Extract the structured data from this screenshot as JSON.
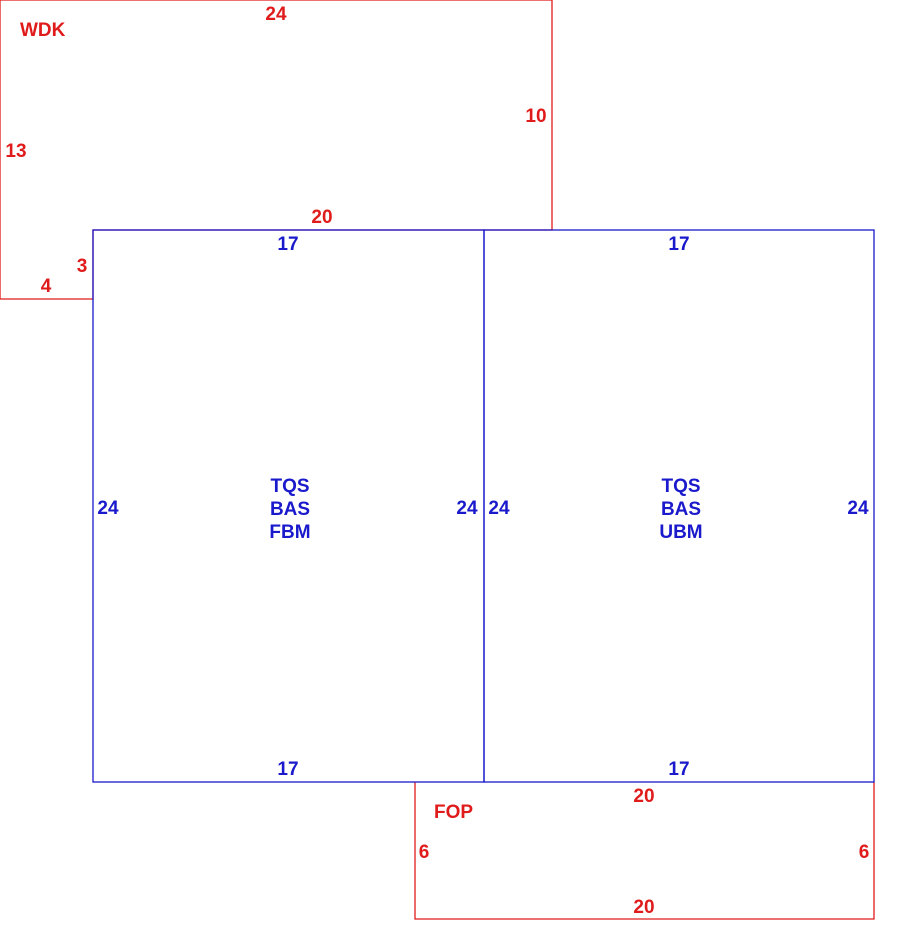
{
  "colors": {
    "porch_deck": "#e01b1b",
    "living_area": "#1a1acc"
  },
  "wdk": {
    "code": "WDK",
    "top": "24",
    "left": "13",
    "right": "10",
    "bottom_right": "20",
    "step_vertical": "3",
    "step_horizontal": "4"
  },
  "fbm": {
    "codes": [
      "TQS",
      "BAS",
      "FBM"
    ],
    "top": "17",
    "bottom": "17",
    "left": "24",
    "right": "24"
  },
  "ubm": {
    "codes": [
      "TQS",
      "BAS",
      "UBM"
    ],
    "top": "17",
    "bottom": "17",
    "left": "24",
    "right": "24"
  },
  "fop": {
    "code": "FOP",
    "top": "20",
    "bottom": "20",
    "left": "6",
    "right": "6"
  }
}
